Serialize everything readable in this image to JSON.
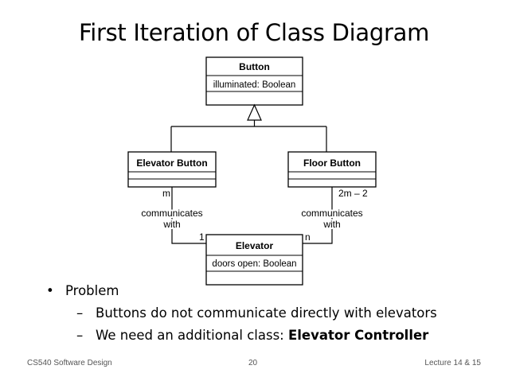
{
  "slide": {
    "title": "First Iteration of Class Diagram"
  },
  "diagram": {
    "classes": {
      "button": {
        "name": "Button",
        "attribute": "illuminated: Boolean"
      },
      "elevator_button": {
        "name": "Elevator Button"
      },
      "floor_button": {
        "name": "Floor Button"
      },
      "elevator": {
        "name": "Elevator",
        "attribute": "doors open: Boolean"
      }
    },
    "associations": {
      "left": {
        "label_line1": "communicates",
        "label_line2": "with",
        "mult_source": "m",
        "mult_target": "1"
      },
      "right": {
        "label_line1": "communicates",
        "label_line2": "with",
        "mult_source": "2m – 2",
        "mult_target": "n"
      }
    }
  },
  "bullets": {
    "main": "Problem",
    "main_marker": "•",
    "sub_marker": "–",
    "sub1": "Buttons do not communicate directly with elevators",
    "sub2_prefix": "We need an additional class: ",
    "sub2_bold": "Elevator Controller"
  },
  "footer": {
    "left": "CS540 Software Design",
    "center": "20",
    "right": "Lecture 14 & 15"
  }
}
